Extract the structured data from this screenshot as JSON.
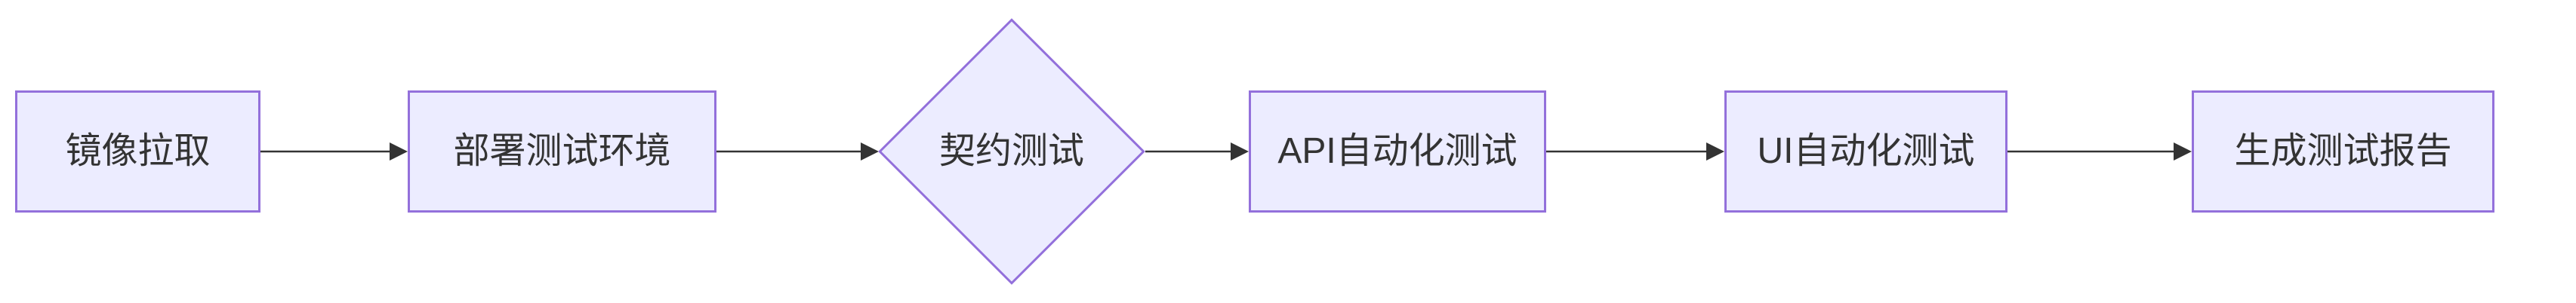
{
  "diagram": {
    "type": "flowchart",
    "direction": "left-to-right",
    "colors": {
      "background": "#ffffff",
      "node_fill": "#ECECFF",
      "node_border": "#9370DB",
      "text": "#333333",
      "arrow": "#333333"
    },
    "nodes": [
      {
        "id": "image-pull",
        "label": "镜像拉取",
        "shape": "rect"
      },
      {
        "id": "deploy-test-env",
        "label": "部署测试环境",
        "shape": "rect"
      },
      {
        "id": "contract-test",
        "label": "契约测试",
        "shape": "diamond"
      },
      {
        "id": "api-auto-test",
        "label": "API自动化测试",
        "shape": "rect"
      },
      {
        "id": "ui-auto-test",
        "label": "UI自动化测试",
        "shape": "rect"
      },
      {
        "id": "generate-test-report",
        "label": "生成测试报告",
        "shape": "rect"
      }
    ],
    "edges": [
      {
        "from": "image-pull",
        "to": "deploy-test-env"
      },
      {
        "from": "deploy-test-env",
        "to": "contract-test"
      },
      {
        "from": "contract-test",
        "to": "api-auto-test"
      },
      {
        "from": "api-auto-test",
        "to": "ui-auto-test"
      },
      {
        "from": "ui-auto-test",
        "to": "generate-test-report"
      }
    ]
  }
}
